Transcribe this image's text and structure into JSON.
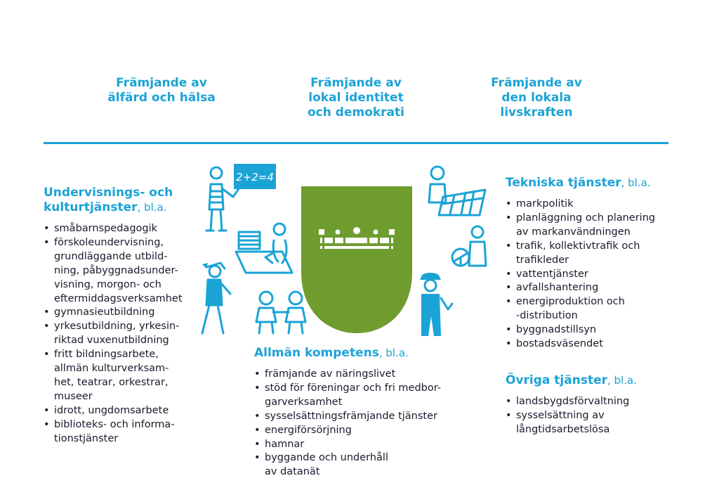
{
  "headers": [
    {
      "lines": [
        "Främjande av",
        "älfärd och hälsa"
      ]
    },
    {
      "lines": [
        "Främjande av",
        "lokal identitet",
        "och demokrati"
      ]
    },
    {
      "lines": [
        "Främjande av",
        "den lokala",
        "livskraften"
      ]
    }
  ],
  "board_text": "2+2=4",
  "sections": {
    "education": {
      "title": "Undervisnings- och\nkulturtjänster",
      "suffix": ", bl.a.",
      "items": [
        "småbarnspedagogik",
        "förskoleundervisning,\ngrundläggande utbild-\nning, påbyggnadsunder-\nvisning, morgon- och\neftermiddagsverksamhet",
        "gymnasieutbildning",
        "yrkesutbildning, yrkesin-\nriktad vuxenutbildning",
        "fritt bildningsarbete,\nallmän kulturverksam-\nhet, teatrar, orkestrar,\nmuseer",
        "idrott, ungdomsarbete",
        "biblioteks- och informa-\ntionstjänster"
      ]
    },
    "technical": {
      "title": "Tekniska tjänster",
      "suffix": ", bl.a.",
      "items": [
        "markpolitik",
        "planläggning och planering\nav markanvändningen",
        "trafik, kollektivtrafik och\ntrafikleder",
        "vattentjänster",
        "avfallshantering",
        "energiproduktion och\n-distribution",
        "byggnadstillsyn",
        "bostadsväsendet"
      ]
    },
    "other": {
      "title": "Övriga tjänster",
      "suffix": ", bl.a.",
      "items": [
        "landsbygdsförvaltning",
        "sysselsättning av\nlångtidsarbetslösa"
      ]
    },
    "general": {
      "title": "Allmän kompetens",
      "suffix": ", bl.a.",
      "items": [
        "främjande av näringslivet",
        "stöd för föreningar och fri medbor-\ngarverksamhet",
        "sysselsättningsfrämjande tjänster",
        "energiförsörjning",
        "hamnar",
        "byggande och underhåll\nav datanät"
      ]
    }
  },
  "colors": {
    "accent": "#1ba3d6",
    "shield": "#6e9c2f",
    "text": "#1a1a2e"
  },
  "icons": [
    "shield-emblem",
    "teacher-icon",
    "reading-person-icon",
    "walking-person-icon",
    "children-icon",
    "planner-icon",
    "driver-icon",
    "worker-icon"
  ]
}
